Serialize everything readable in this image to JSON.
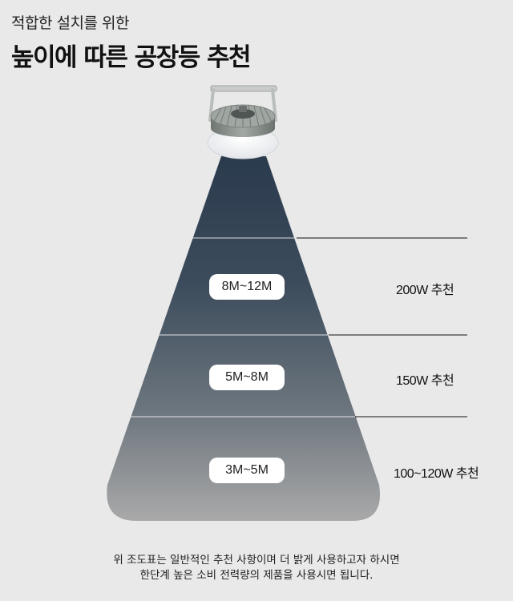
{
  "header": {
    "subtitle": "적합한 설치를 위한",
    "title": "높이에 따른 공장등 추천"
  },
  "tiers": [
    {
      "height_range": "8M~12M",
      "recommendation": "200W 추천"
    },
    {
      "height_range": "5M~8M",
      "recommendation": "150W 추천"
    },
    {
      "height_range": "3M~5M",
      "recommendation": "100~120W 추천"
    }
  ],
  "footnote": {
    "line1": "위 조도표는 일반적인 추천 사항이며 더 밝게 사용하고자 하시면",
    "line2": "한단계 높은 소비 전력량의 제품을 사용시면 됩니다."
  },
  "colors": {
    "background": "#e9e9e9",
    "beam_top": "#2c3d50",
    "beam_bottom": "#a9a9a9",
    "pill": "#ffffff",
    "lamp_body": "#8e9692"
  },
  "icons": {
    "lamp": "high-bay-lamp-icon"
  }
}
